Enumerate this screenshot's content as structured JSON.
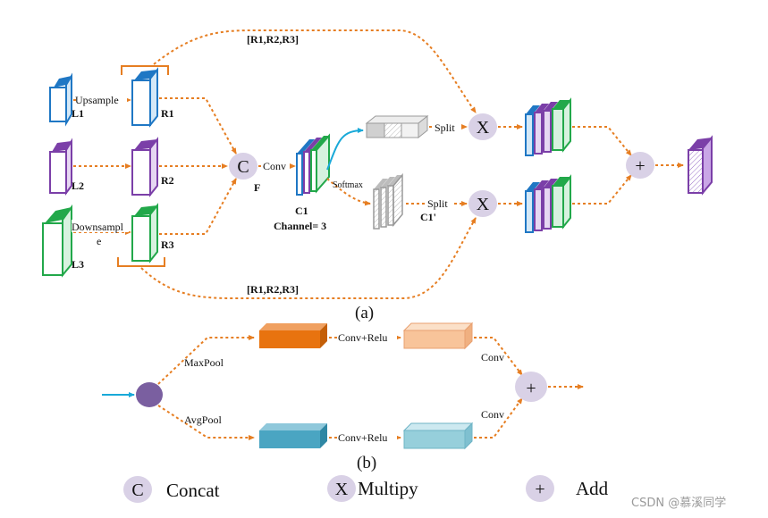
{
  "part_a": {
    "caption": "(a)",
    "l1": "L1",
    "l2": "L2",
    "l3": "L3",
    "r1": "R1",
    "r2": "R2",
    "r3": "R3",
    "upsample": "Upsample",
    "downsample_line1": "Downsampl",
    "downsample_line2": "e",
    "concat_symbol": "C",
    "f": "F",
    "conv": "Conv",
    "c1": "C1",
    "channel": "Channel= 3",
    "softmax": "Softmax",
    "c1_prime": "C1'",
    "split_top": "Split",
    "split_bottom": "Split",
    "multiply_symbol": "X",
    "add_symbol": "+",
    "bracket_top": "[R1,R2,R3]",
    "bracket_bottom": "[R1,R2,R3]"
  },
  "part_b": {
    "caption": "(b)",
    "maxpool": "MaxPool",
    "avgpool": "AvgPool",
    "conv_relu_top": "Conv+Relu",
    "conv_relu_bottom": "Conv+Relu",
    "conv_top": "Conv",
    "conv_bottom": "Conv",
    "add_symbol": "+"
  },
  "legend": {
    "concat_symbol": "C",
    "concat_label": "Concat",
    "multiply_symbol": "X",
    "multiply_label": "Multipy",
    "add_symbol": "+",
    "add_label": "Add"
  },
  "watermark": "CSDN @慕溪同学",
  "colors": {
    "blue": "#1f77c4",
    "purple": "#7b3fa8",
    "green": "#22a84a",
    "orange_arrow": "#e67e22",
    "cyan_arrow": "#19a9d8",
    "op_circle": "#d9d1e6",
    "gray": "#9a9a9a",
    "orange_block": "#e8730f",
    "peach_block": "#f8c49a",
    "teal_block": "#4aa5c2",
    "light_teal_block": "#96cfdb",
    "node_purple": "#7a5fa0"
  }
}
